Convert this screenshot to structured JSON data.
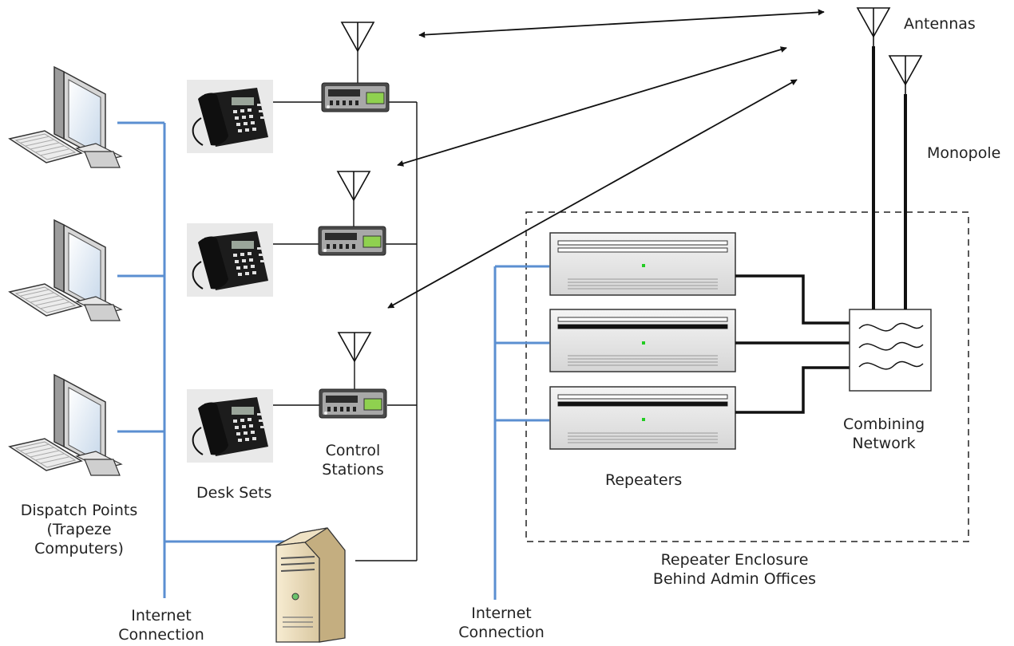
{
  "labels": {
    "antennas": "Antennas",
    "monopole": "Monopole",
    "combining_network": [
      "Combining",
      "Network"
    ],
    "repeaters": "Repeaters",
    "repeater_enclosure": [
      "Repeater Enclosure",
      "Behind Admin Offices"
    ],
    "control_stations": [
      "Control",
      "Stations"
    ],
    "desk_sets": "Desk Sets",
    "dispatch_points": [
      "Dispatch Points",
      "(Trapeze",
      "Computers)"
    ],
    "internet_connection_left": [
      "Internet",
      "Connection"
    ],
    "internet_connection_right": [
      "Internet",
      "Connection"
    ]
  },
  "colors": {
    "network_line": "#5b8fd1",
    "black_line": "#111111",
    "repeater_led": "#22cc22",
    "dashed_border": "#222222"
  },
  "icons": {
    "computer": "computer-icon",
    "desk_phone": "desk-phone-icon",
    "radio": "control-station-radio-icon",
    "antenna": "antenna-icon",
    "server": "server-tower-icon",
    "repeater": "repeater-unit-icon",
    "combiner": "combining-network-icon"
  }
}
